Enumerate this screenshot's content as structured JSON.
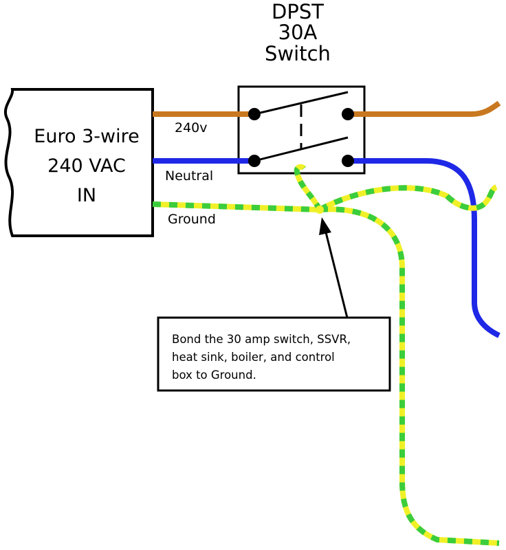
{
  "switch": {
    "title_lines": [
      "DPST",
      "30A",
      "Switch"
    ]
  },
  "source": {
    "lines": [
      "Euro 3-wire",
      "240 VAC",
      "IN"
    ]
  },
  "wires": {
    "hot_label": "240v",
    "neutral_label": "Neutral",
    "ground_label": "Ground"
  },
  "callout": {
    "lines": [
      "Bond the 30 amp switch, SSVR,",
      "heat sink, boiler, and control",
      "box to Ground."
    ]
  },
  "colors": {
    "hot": "#c8781e",
    "neutral": "#1e28e6",
    "ground_yellow": "#f0f028",
    "ground_green": "#3ccd3c",
    "outline": "#000000"
  }
}
